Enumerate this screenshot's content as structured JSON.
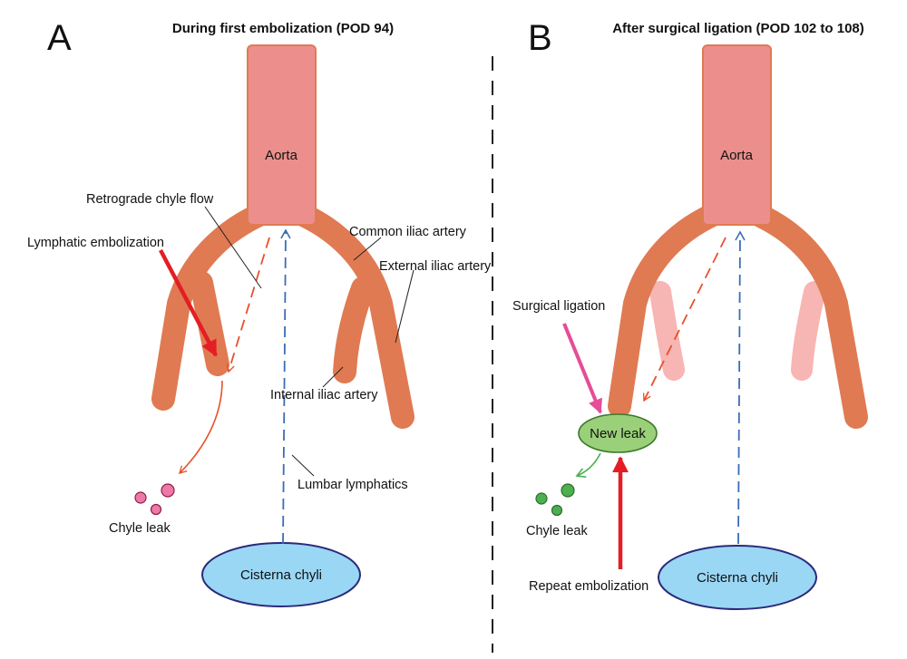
{
  "panel_a": {
    "letter": "A",
    "title": "During first embolization (POD 94)",
    "aorta": "Aorta",
    "cisterna": "Cisterna chyli",
    "retrograde": "Retrograde chyle flow",
    "lymphatic_embolization": "Lymphatic embolization",
    "common_iliac": "Common iliac artery",
    "external_iliac": "External iliac artery",
    "internal_iliac": "Internal iliac artery",
    "lumbar": "Lumbar lymphatics",
    "chyle_leak": "Chyle leak"
  },
  "panel_b": {
    "letter": "B",
    "title": "After surgical ligation (POD 102 to 108)",
    "aorta": "Aorta",
    "cisterna": "Cisterna chyli",
    "surgical_ligation": "Surgical ligation",
    "new_leak": "New leak",
    "chyle_leak": "Chyle leak",
    "repeat_embolization": "Repeat embolization"
  },
  "colors": {
    "aorta_fill": "#ec8f8c",
    "artery": "#e07a52",
    "artery_faded": "#f7b5b3",
    "cisterna_fill": "#9ad7f5",
    "cisterna_stroke": "#2b2a7a",
    "lymph_dash": "#3a6db5",
    "flow_dash": "#e8502a",
    "embolization_arrow": "#e31e24",
    "ligation_arrow": "#e64c97",
    "leak_pink": "#ee78a8",
    "leak_green": "#4caf50",
    "new_leak_fill": "#9ad07a"
  }
}
